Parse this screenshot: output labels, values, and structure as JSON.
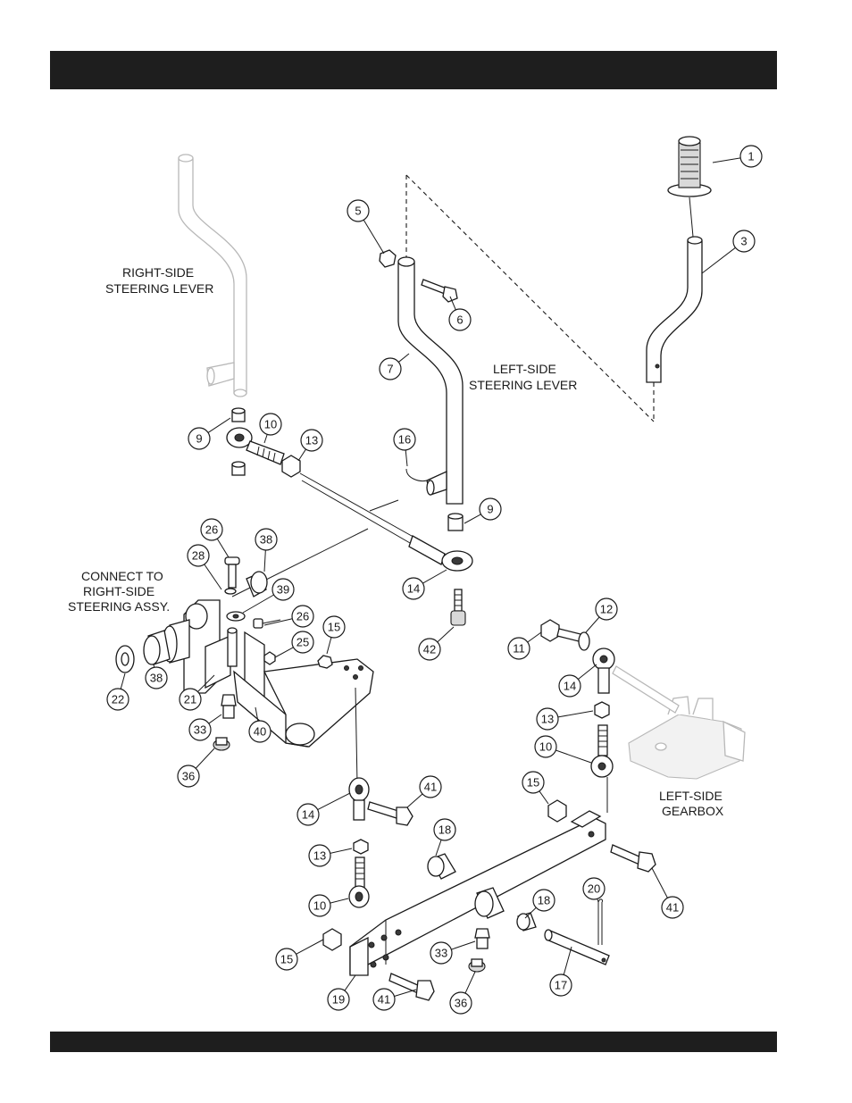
{
  "header": {
    "title": ""
  },
  "footer": {
    "text": ""
  },
  "labels": {
    "right_lever": [
      "RIGHT-SIDE",
      "STEERING LEVER"
    ],
    "left_lever": [
      "LEFT-SIDE",
      "STEERING LEVER"
    ],
    "connect": [
      "CONNECT TO",
      "RIGHT-SIDE",
      "STEERING ASSY."
    ],
    "gearbox": [
      "LEFT-SIDE",
      "GEARBOX"
    ]
  },
  "callouts": [
    "1",
    "3",
    "5",
    "6",
    "7",
    "9",
    "10",
    "13",
    "16",
    "9",
    "26",
    "38",
    "28",
    "39",
    "14",
    "42",
    "26",
    "25",
    "15",
    "22",
    "38",
    "21",
    "33",
    "40",
    "36",
    "11",
    "12",
    "14",
    "13",
    "10",
    "15",
    "14",
    "41",
    "18",
    "13",
    "10",
    "15",
    "33",
    "19",
    "41",
    "36",
    "18",
    "20",
    "17",
    "41"
  ]
}
